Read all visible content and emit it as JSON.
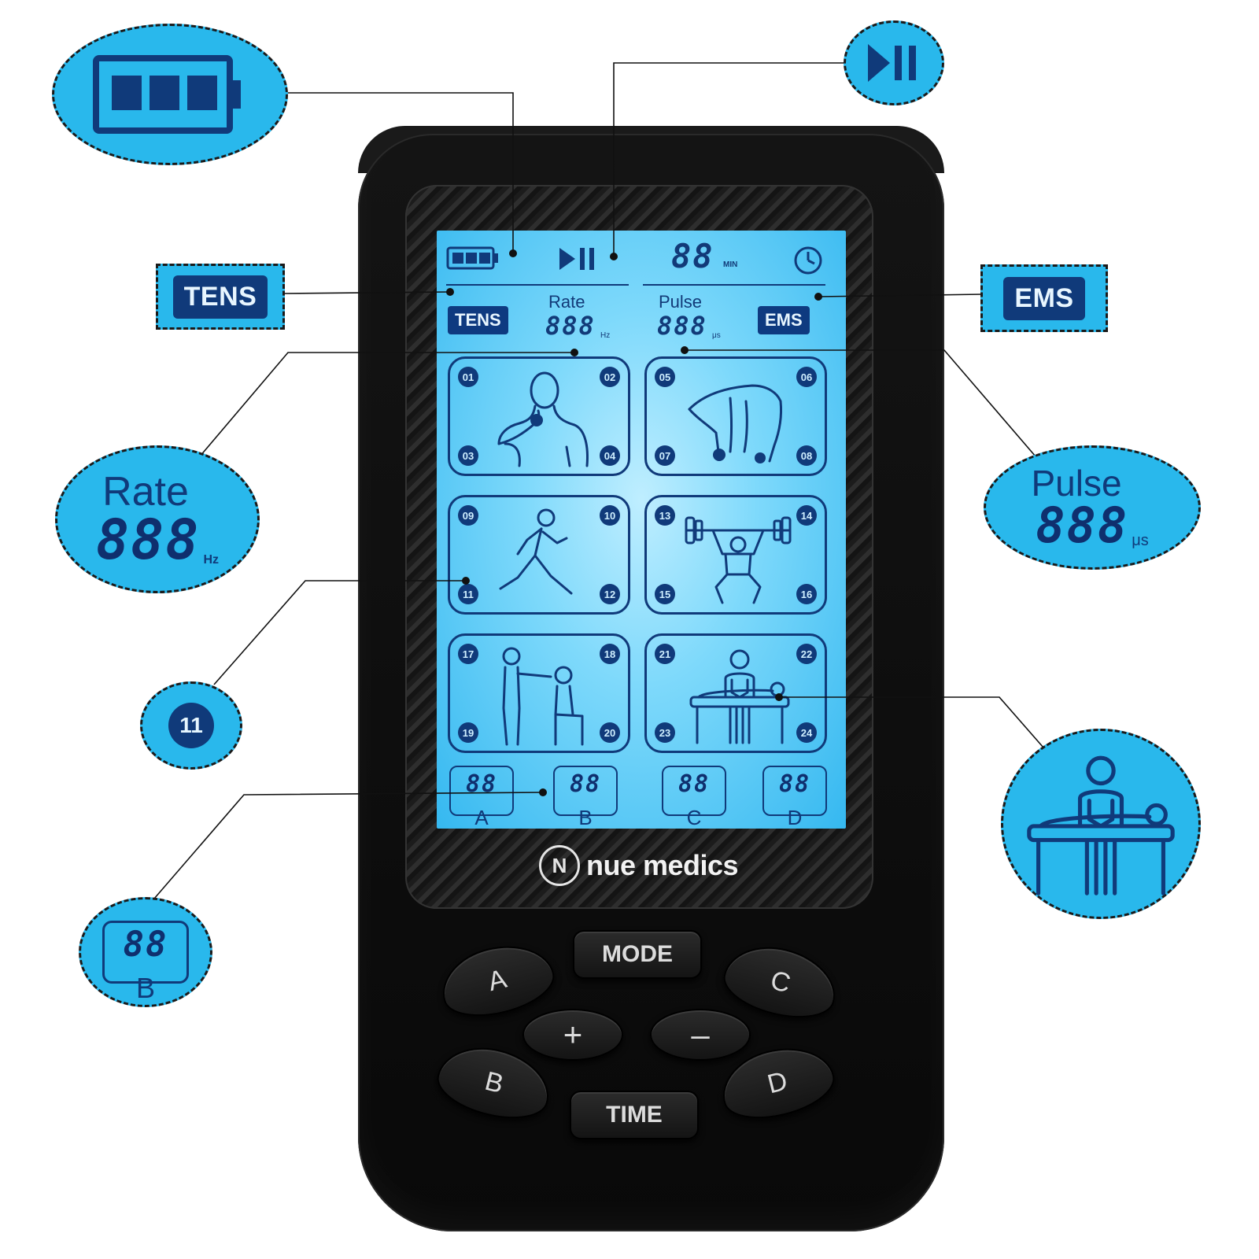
{
  "callouts": {
    "battery": {
      "icon": "battery-full-icon"
    },
    "play_pause": {
      "icon": "play-pause-icon"
    },
    "tens": "TENS",
    "ems": "EMS",
    "rate": {
      "label": "Rate",
      "digits": "888",
      "unit": "Hz"
    },
    "pulse": {
      "label": "Pulse",
      "digits": "888",
      "unit": "μs"
    },
    "program_number": "11",
    "channel": {
      "digits": "88",
      "letter": "B"
    },
    "massage": {
      "icon": "massage-therapy-icon"
    }
  },
  "screen": {
    "timer_digits": "88",
    "timer_unit": "MIN",
    "tens_badge": "TENS",
    "ems_badge": "EMS",
    "rate_label": "Rate",
    "rate_digits": "888",
    "rate_unit": "Hz",
    "pulse_label": "Pulse",
    "pulse_digits": "888",
    "pulse_unit": "μs",
    "panels": [
      {
        "icon": "neck-pain-icon",
        "nums": [
          "01",
          "02",
          "03",
          "04"
        ]
      },
      {
        "icon": "back-pain-icon",
        "nums": [
          "05",
          "06",
          "07",
          "08"
        ]
      },
      {
        "icon": "running-icon",
        "nums": [
          "09",
          "10",
          "11",
          "12"
        ]
      },
      {
        "icon": "weightlifting-icon",
        "nums": [
          "13",
          "14",
          "15",
          "16"
        ]
      },
      {
        "icon": "assisted-stretch-icon",
        "nums": [
          "17",
          "18",
          "19",
          "20"
        ]
      },
      {
        "icon": "massage-therapy-icon",
        "nums": [
          "21",
          "22",
          "23",
          "24"
        ]
      }
    ],
    "channels": [
      {
        "digits": "88",
        "letter": "A"
      },
      {
        "digits": "88",
        "letter": "B"
      },
      {
        "digits": "88",
        "letter": "C"
      },
      {
        "digits": "88",
        "letter": "D"
      }
    ]
  },
  "brand": {
    "mark": "N",
    "name": "nue medics"
  },
  "keypad": {
    "mode": "MODE",
    "time": "TIME",
    "a": "A",
    "b": "B",
    "c": "C",
    "d": "D",
    "plus": "+",
    "minus": "–"
  },
  "colors": {
    "callout_fill": "#29b8ec",
    "lcd_ink": "#103a7a",
    "device_body": "#0f0f0f"
  }
}
